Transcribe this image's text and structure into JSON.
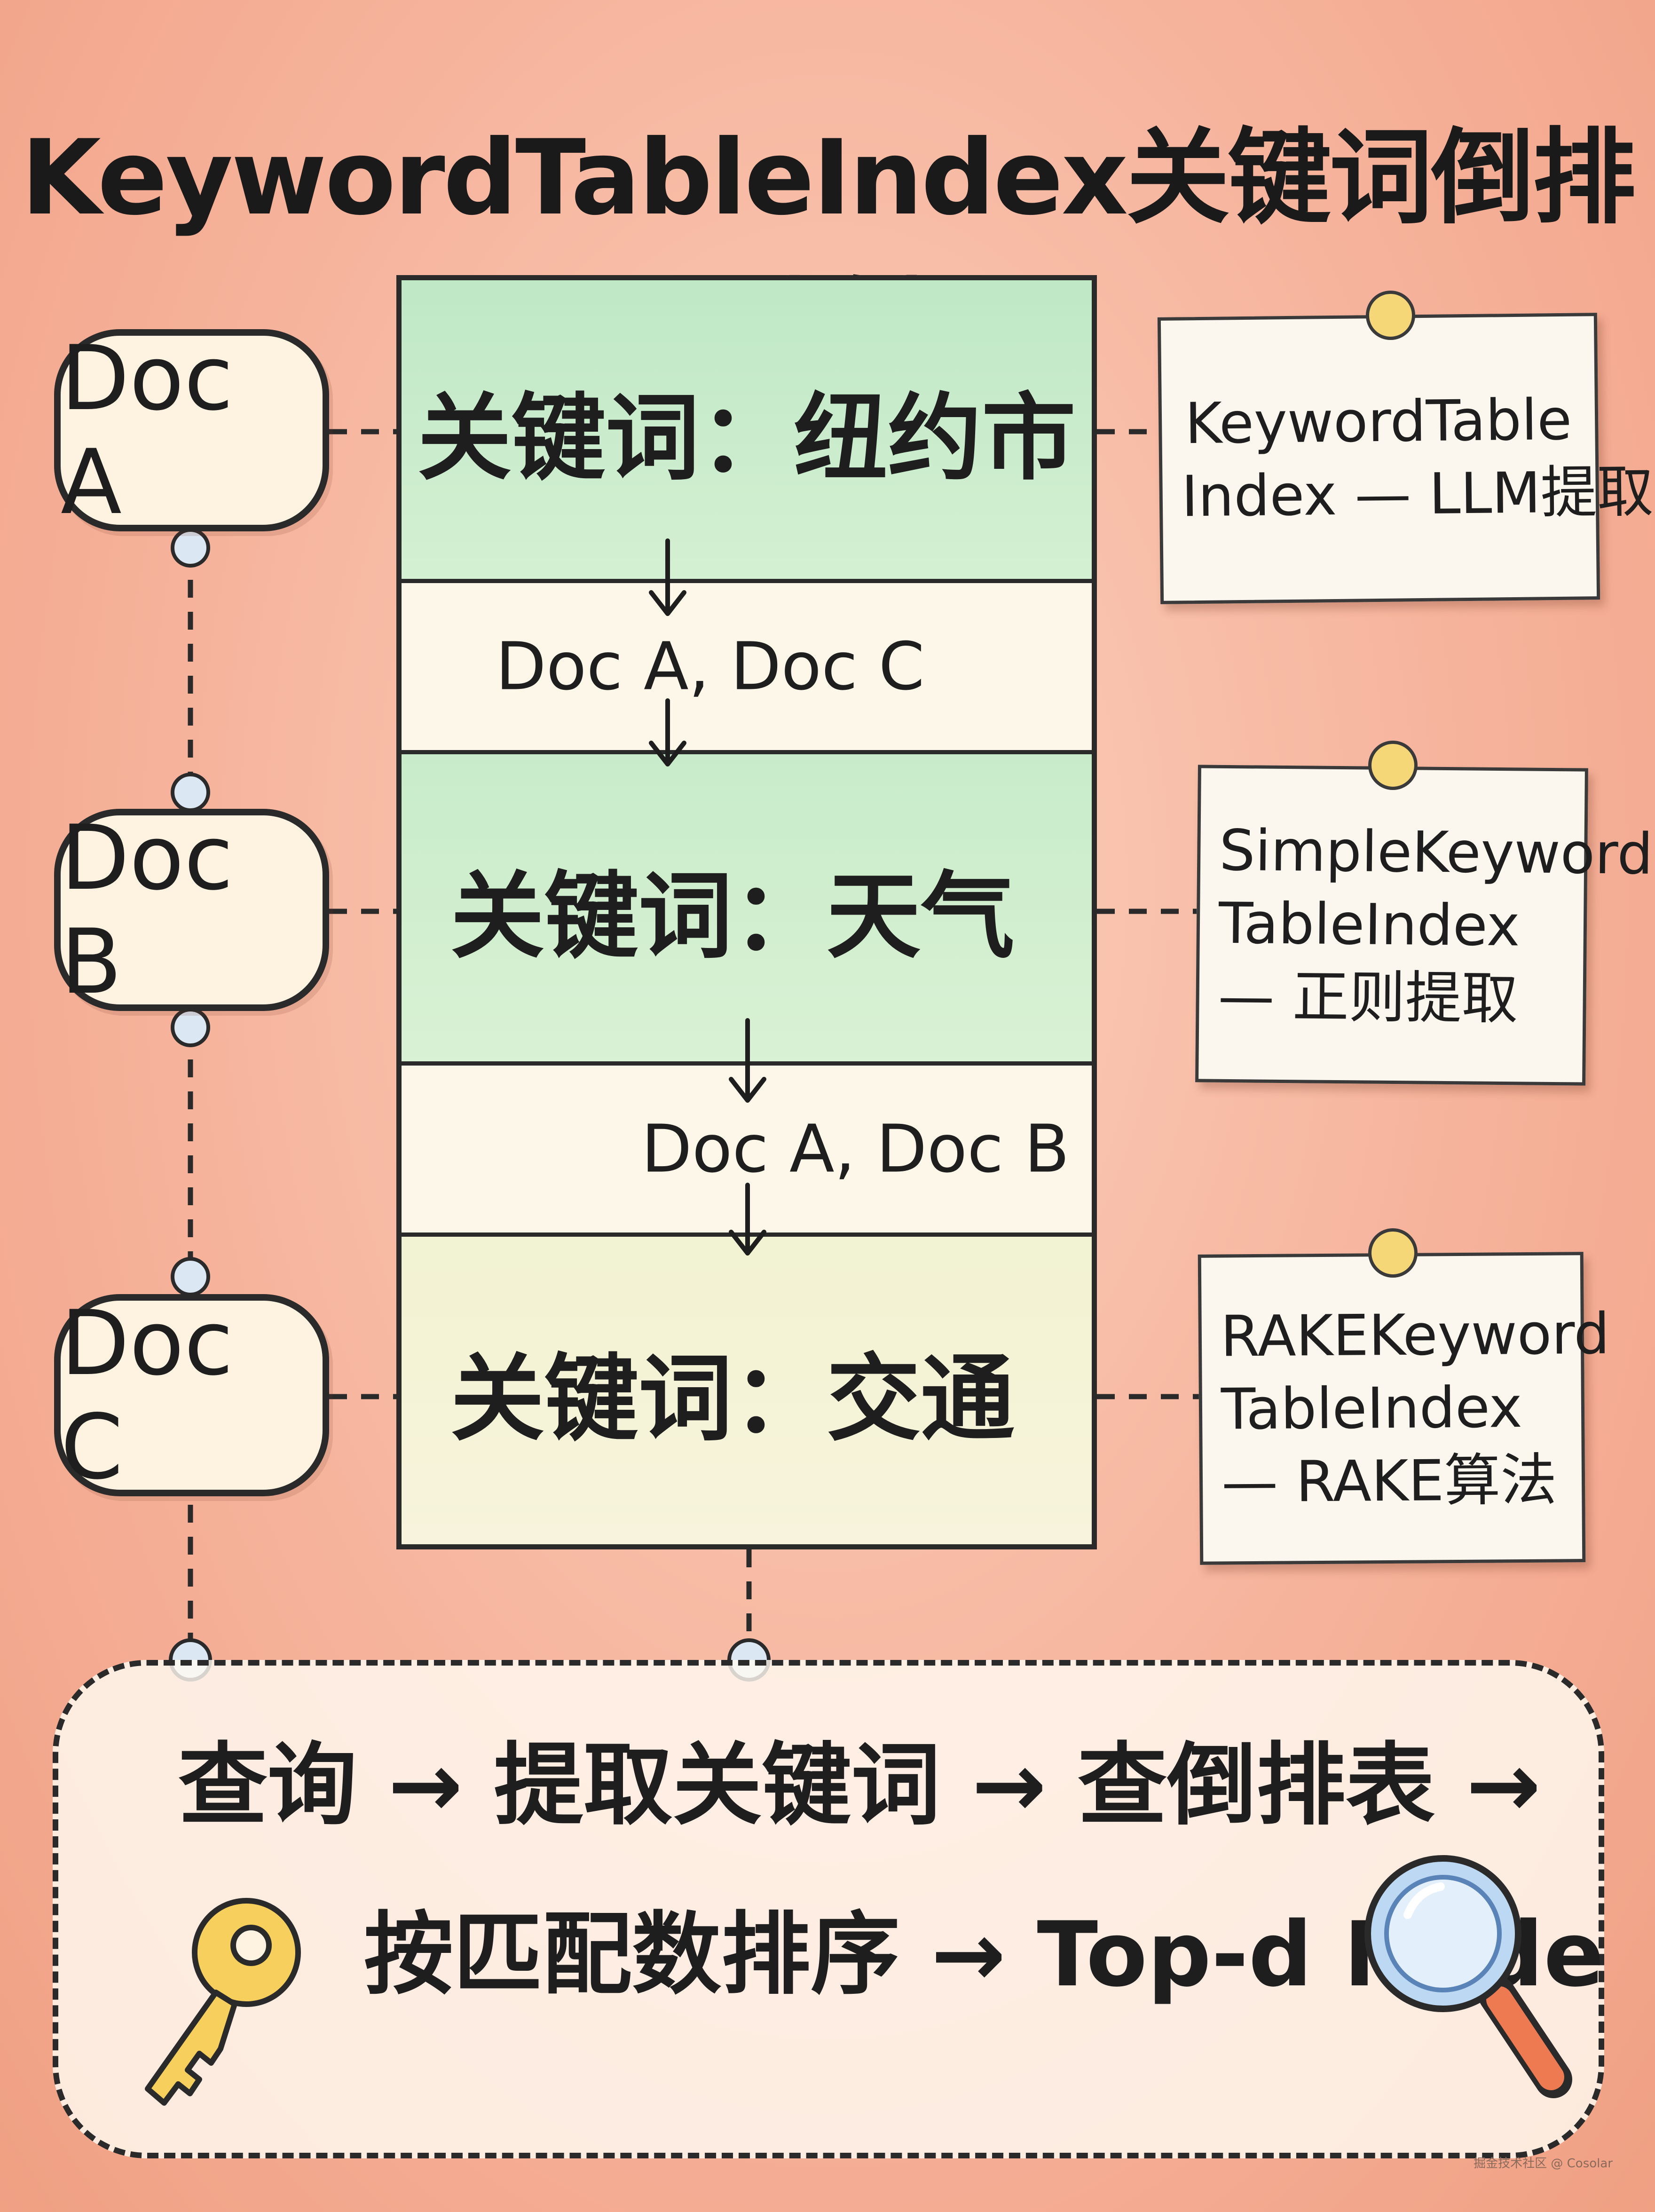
{
  "title": "KeywordTableIndex关键词倒排映射",
  "docs": [
    "Doc A",
    "Doc B",
    "Doc C"
  ],
  "table": {
    "keywords": [
      "关键词：纽约市",
      "关键词：天气",
      "关键词：交通"
    ],
    "doc_lists": [
      "Doc A, Doc C",
      "Doc A, Doc B"
    ]
  },
  "notes": [
    {
      "lines": [
        "KeywordTable",
        "Index — LLM提取"
      ]
    },
    {
      "lines": [
        "SimpleKeyword",
        "TableIndex",
        "— 正则提取"
      ]
    },
    {
      "lines": [
        "RAKEKeyword",
        "TableIndex",
        "— RAKE算法"
      ]
    }
  ],
  "flow": {
    "line1": "查询 → 提取关键词 → 查倒排表 →",
    "line2": "按匹配数排序 → Top-d Node"
  },
  "icons": {
    "key": "key-icon",
    "magnifier": "magnifier-icon"
  },
  "colors": {
    "green_row": "#c9ecc9",
    "pale_row": "#f6f3d6",
    "white_row": "#fdf7ea",
    "pin": "#f6d778",
    "node_fill": "#dbe7f3"
  },
  "watermark": "掘金技术社区 @ Cosolar"
}
